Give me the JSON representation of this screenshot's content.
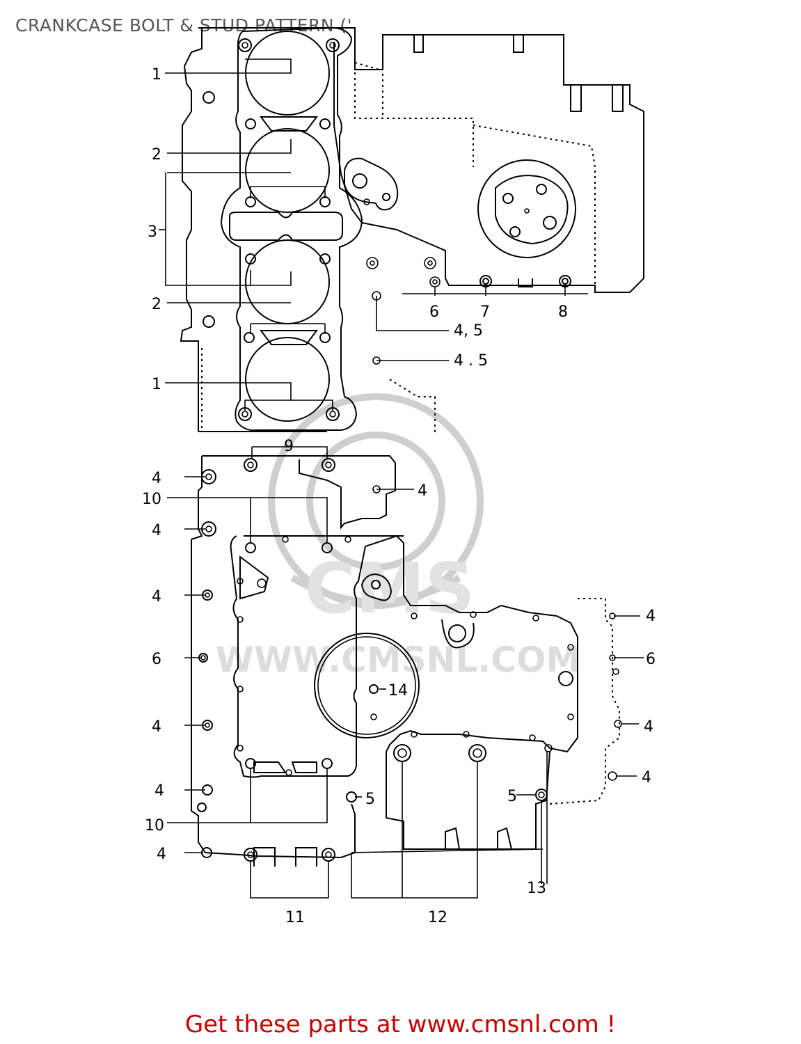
{
  "title": "CRANKCASE BOLT & STUD PATTERN ('",
  "footer": "Get these parts at www.cmsnl.com !",
  "footer_color": "#cc0000",
  "watermark": {
    "text": "WWW.CMSNL.COM",
    "logo_text": "CMS",
    "color": "#cfcfcf"
  },
  "callouts": {
    "c1_top": "1",
    "c2_top": "2",
    "c3": "3",
    "c2_mid": "2",
    "c1_bot": "1",
    "c6_top": "6",
    "c7": "7",
    "c8": "8",
    "c45_a": "4, 5",
    "c45_b": "4 . 5",
    "c9": "9",
    "c4_a": "4",
    "c4_b": "4",
    "c10_top": "10",
    "c4_c": "4",
    "c4_d": "4",
    "c6_left": "6",
    "c4_e": "4",
    "c4_f": "4",
    "c10_bot": "10",
    "c4_g": "4",
    "c11": "11",
    "c12": "12",
    "c13": "13",
    "c14": "14",
    "c5_a": "5",
    "c5_b": "5",
    "c4_r1": "4",
    "c6_r": "6",
    "c4_r2": "4",
    "c4_r3": "4"
  }
}
